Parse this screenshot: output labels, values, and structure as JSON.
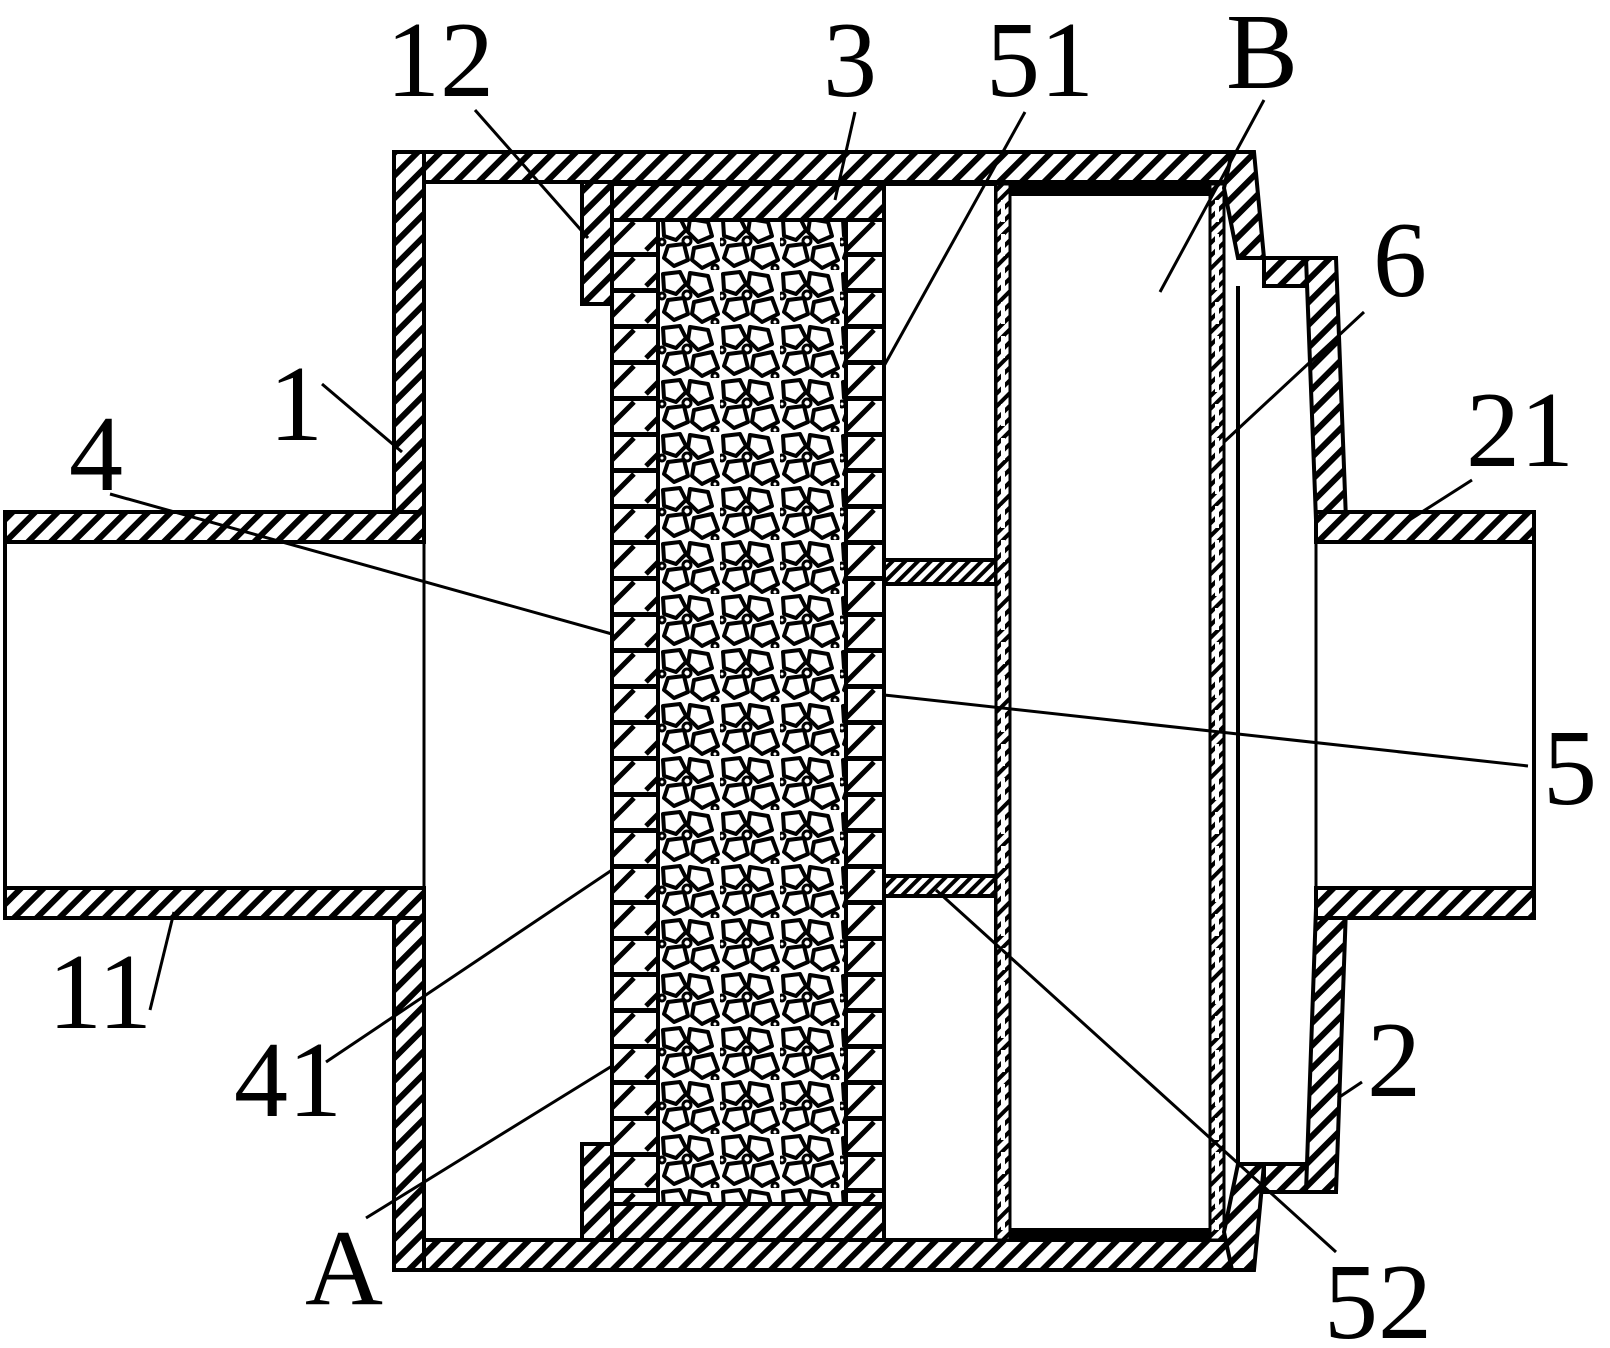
{
  "labels": {
    "housing_left": "1",
    "inlet_pipe": "11",
    "inner_flange": "12",
    "housing_right": "2",
    "outlet_pipe": "21",
    "filter_frame": "3",
    "filter_media": "4",
    "mesh_plate": "41",
    "support_tube": "5",
    "upper_ring": "51",
    "lower_ring": "52",
    "screen": "6",
    "region_a": "A",
    "region_b": "B"
  }
}
